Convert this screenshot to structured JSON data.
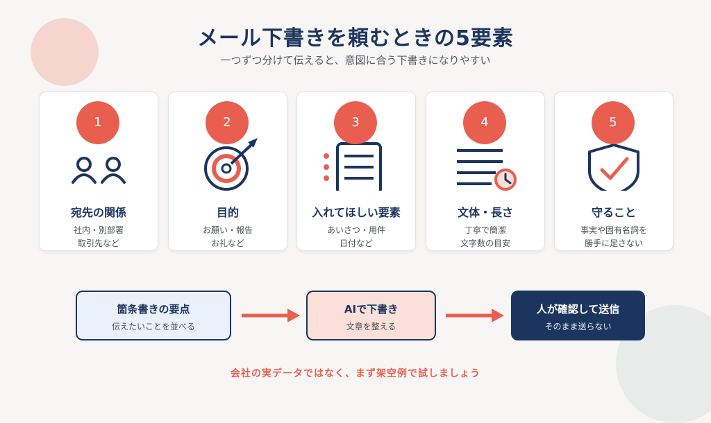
{
  "title": "メール下書きを頼むときの5要素",
  "subtitle": "一つずつ分けて伝えると、意図に合う下書きになりやすい",
  "colors": {
    "navy": "#1c355e",
    "coral": "#e95f4f",
    "background": "#f8f6f4"
  },
  "cards": [
    {
      "number": "1",
      "icon": "people-icon",
      "title": "宛先の関係",
      "desc": [
        "社内・別部署",
        "取引先など"
      ]
    },
    {
      "number": "2",
      "icon": "target-icon",
      "title": "目的",
      "desc": [
        "お願い・報告",
        "お礼など"
      ]
    },
    {
      "number": "3",
      "icon": "checklist-icon",
      "title": "入れてほしい要素",
      "desc": [
        "あいさつ・用件",
        "日付など"
      ]
    },
    {
      "number": "4",
      "icon": "text-clock-icon",
      "title": "文体・長さ",
      "desc": [
        "丁寧で簡潔",
        "文字数の目安"
      ]
    },
    {
      "number": "5",
      "icon": "shield-check-icon",
      "title": "守ること",
      "desc": [
        "事実や固有名詞を",
        "勝手に足さない"
      ]
    }
  ],
  "flow": [
    {
      "title": "箇条書きの要点",
      "desc": "伝えたいことを並べる"
    },
    {
      "title": "AIで下書き",
      "desc": "文章を整える"
    },
    {
      "title": "人が確認して送信",
      "desc": "そのまま送らない"
    }
  ],
  "footnote": "会社の実データではなく、まず架空例で試しましょう"
}
